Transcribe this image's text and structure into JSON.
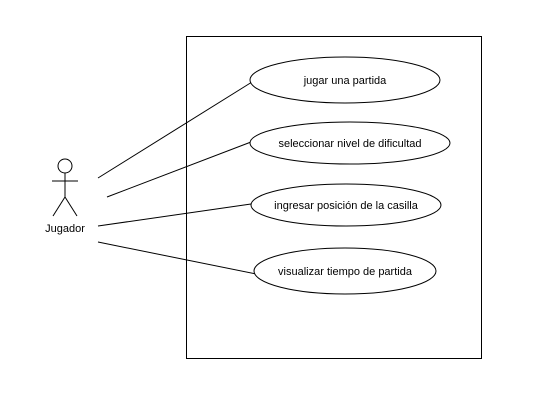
{
  "diagram": {
    "actor": {
      "label": "Jugador"
    },
    "use_cases": [
      {
        "label": "jugar una partida"
      },
      {
        "label": "seleccionar nivel de dificultad"
      },
      {
        "label": "ingresar posición de la casilla"
      },
      {
        "label": "visualizar tiempo de partida"
      }
    ],
    "colors": {
      "stroke": "#000000",
      "background": "#ffffff"
    }
  }
}
